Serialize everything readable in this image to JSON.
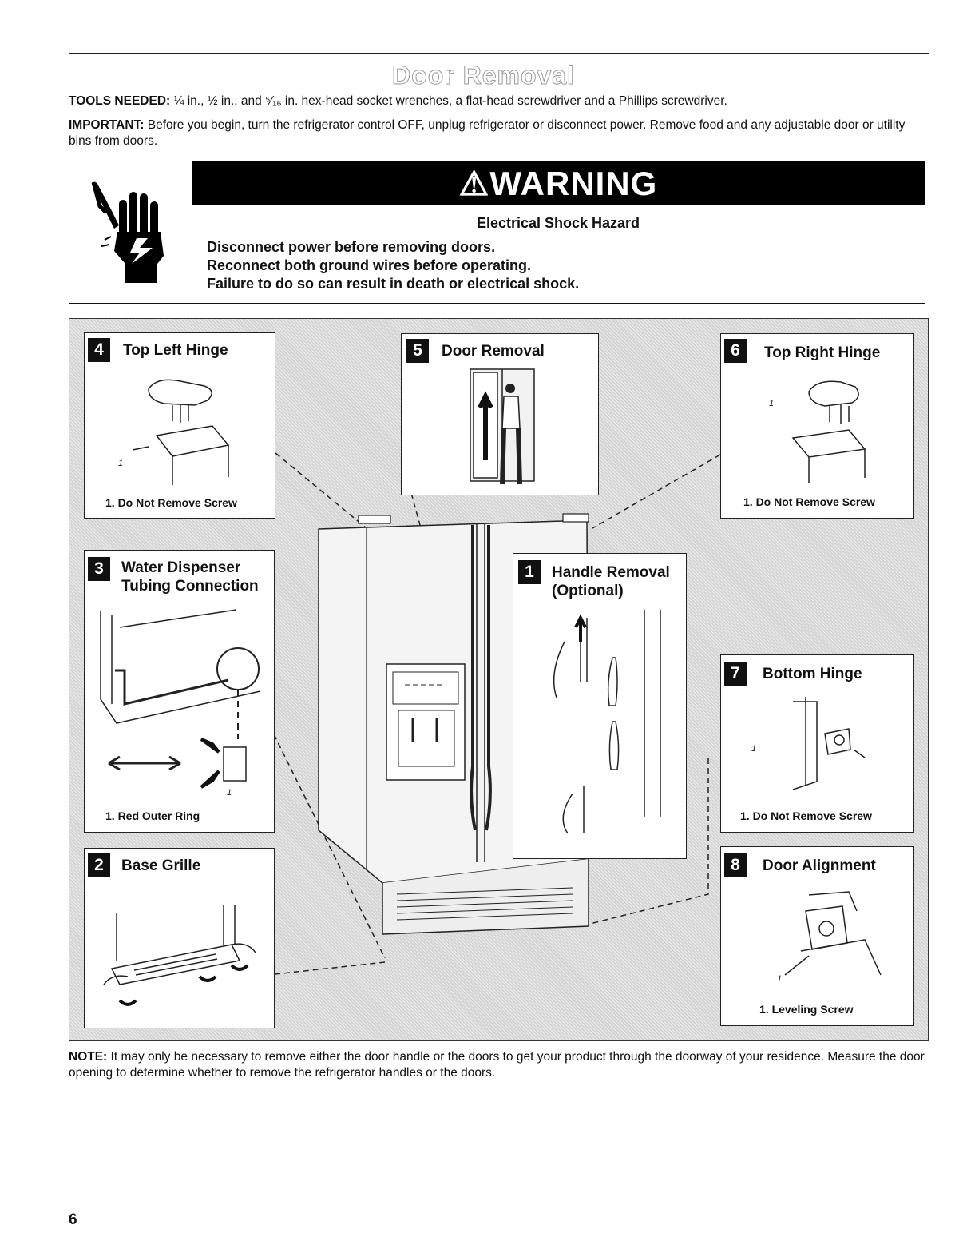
{
  "page_title": "Door Removal",
  "tools": {
    "label": "TOOLS NEEDED:",
    "text": " ¼ in., ½ in., and ⁵⁄₁₆ in. hex-head socket wrenches, a flat-head screwdriver and a Phillips screwdriver."
  },
  "important": {
    "label": "IMPORTANT:",
    "text": " Before you begin, turn the refrigerator control OFF, unplug refrigerator or disconnect power. Remove food and any adjustable door or utility bins from doors."
  },
  "warning": {
    "banner": "⚠WARNING",
    "subtitle": "Electrical Shock Hazard",
    "lines": [
      "Disconnect power before removing doors.",
      "Reconnect both ground wires before operating.",
      "Failure to do so can result in death or electrical shock."
    ]
  },
  "steps": [
    {
      "num": "4",
      "title": "Top Left Hinge",
      "caption": "1. Do Not Remove Screw",
      "callout": "1"
    },
    {
      "num": "5",
      "title": "Door Removal",
      "caption": "",
      "callout": ""
    },
    {
      "num": "6",
      "title": "Top Right Hinge",
      "caption": "1. Do Not Remove Screw",
      "callout": "1"
    },
    {
      "num": "3",
      "title": "Water Dispenser Tubing Connection",
      "caption": "1. Red Outer Ring",
      "callout": "1"
    },
    {
      "num": "1",
      "title": "Handle Removal (Optional)",
      "caption": "",
      "callout": ""
    },
    {
      "num": "7",
      "title": "Bottom Hinge",
      "caption": "1. Do Not Remove Screw",
      "callout": "1"
    },
    {
      "num": "2",
      "title": "Base Grille",
      "caption": "",
      "callout": ""
    },
    {
      "num": "8",
      "title": "Door Alignment",
      "caption": "1. Leveling Screw",
      "callout": "1"
    }
  ],
  "note": {
    "label": "NOTE:",
    "text": " It may only be necessary to remove either the door handle or the doors to get your product through the doorway of your residence. Measure the door opening to determine whether to remove the refrigerator handles or the doors."
  },
  "page_number": "6",
  "icons": [
    "electrical-shock-hand-icon"
  ],
  "colors": {
    "banner_bg": "#000000",
    "diagram_bg": "#d4d4d4",
    "text": "#111111"
  }
}
